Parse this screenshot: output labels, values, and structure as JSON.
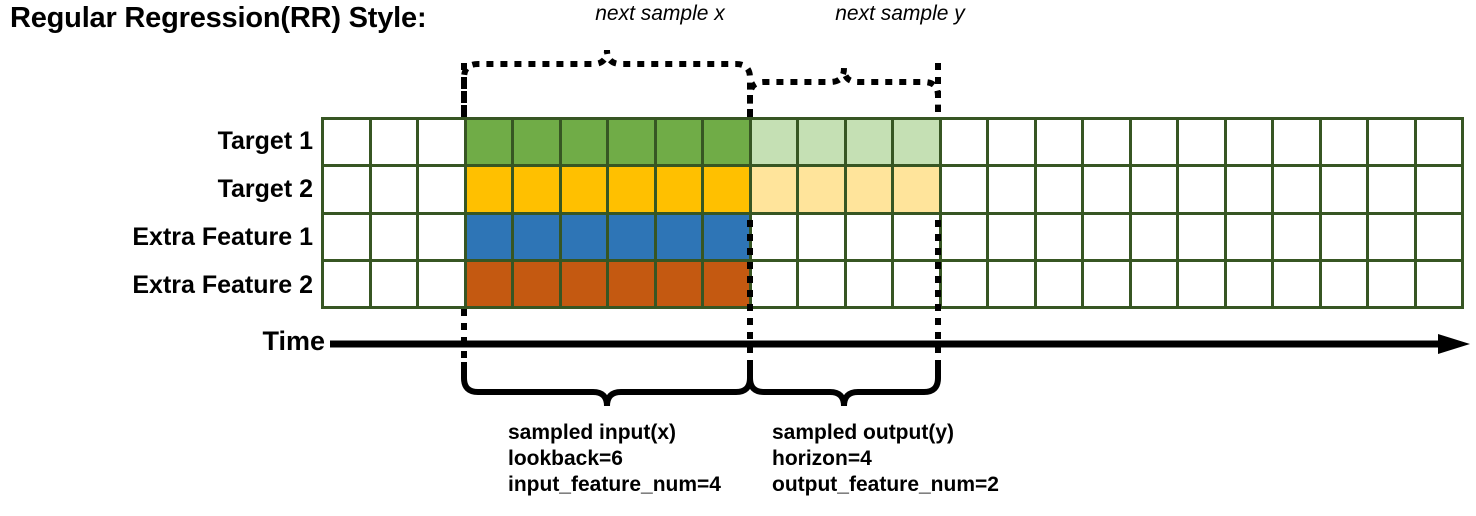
{
  "title": "Regular Regression(RR) Style:",
  "colors": {
    "grid_line": "#375623",
    "target1_input": "#70AC47",
    "target1_output": "#C5E0B4",
    "target2_input": "#FFC000",
    "target2_output": "#FFE49B",
    "extra_feature1": "#2E75B6",
    "extra_feature2": "#C45911",
    "empty": "#FFFFFF",
    "annotation": "#000000"
  },
  "rows": [
    {
      "label": "Target 1"
    },
    {
      "label": "Target 2"
    },
    {
      "label": "Extra Feature 1"
    },
    {
      "label": "Extra Feature 2"
    }
  ],
  "grid": {
    "columns": 24,
    "rows": 4,
    "input_start_col": 3,
    "input_end_col": 9,
    "output_start_col": 9,
    "output_end_col": 13,
    "cells": [
      [
        "empty",
        "empty",
        "empty",
        "green",
        "green",
        "green",
        "green",
        "green",
        "green",
        "green-light",
        "green-light",
        "green-light",
        "green-light",
        "empty",
        "empty",
        "empty",
        "empty",
        "empty",
        "empty",
        "empty",
        "empty",
        "empty",
        "empty",
        "empty"
      ],
      [
        "empty",
        "empty",
        "empty",
        "amber",
        "amber",
        "amber",
        "amber",
        "amber",
        "amber",
        "amber-light",
        "amber-light",
        "amber-light",
        "amber-light",
        "empty",
        "empty",
        "empty",
        "empty",
        "empty",
        "empty",
        "empty",
        "empty",
        "empty",
        "empty",
        "empty"
      ],
      [
        "empty",
        "empty",
        "empty",
        "blue",
        "blue",
        "blue",
        "blue",
        "blue",
        "blue",
        "empty",
        "empty",
        "empty",
        "empty",
        "empty",
        "empty",
        "empty",
        "empty",
        "empty",
        "empty",
        "empty",
        "empty",
        "empty",
        "empty",
        "empty"
      ],
      [
        "empty",
        "empty",
        "empty",
        "orange",
        "orange",
        "orange",
        "orange",
        "orange",
        "orange",
        "empty",
        "empty",
        "empty",
        "empty",
        "empty",
        "empty",
        "empty",
        "empty",
        "empty",
        "empty",
        "empty",
        "empty",
        "empty",
        "empty",
        "empty"
      ]
    ]
  },
  "time_axis": {
    "label": "Time"
  },
  "top_annotations": [
    {
      "id": "next-sample-x",
      "text": "next sample x"
    },
    {
      "id": "next-sample-y",
      "text": "next sample y"
    }
  ],
  "bottom_annotations": [
    {
      "id": "sampled-input",
      "line1": "sampled input(x)",
      "line2": "lookback=6",
      "line3": "input_feature_num=4"
    },
    {
      "id": "sampled-output",
      "line1": "sampled output(y)",
      "line2": "horizon=4",
      "line3": "output_feature_num=2"
    }
  ]
}
